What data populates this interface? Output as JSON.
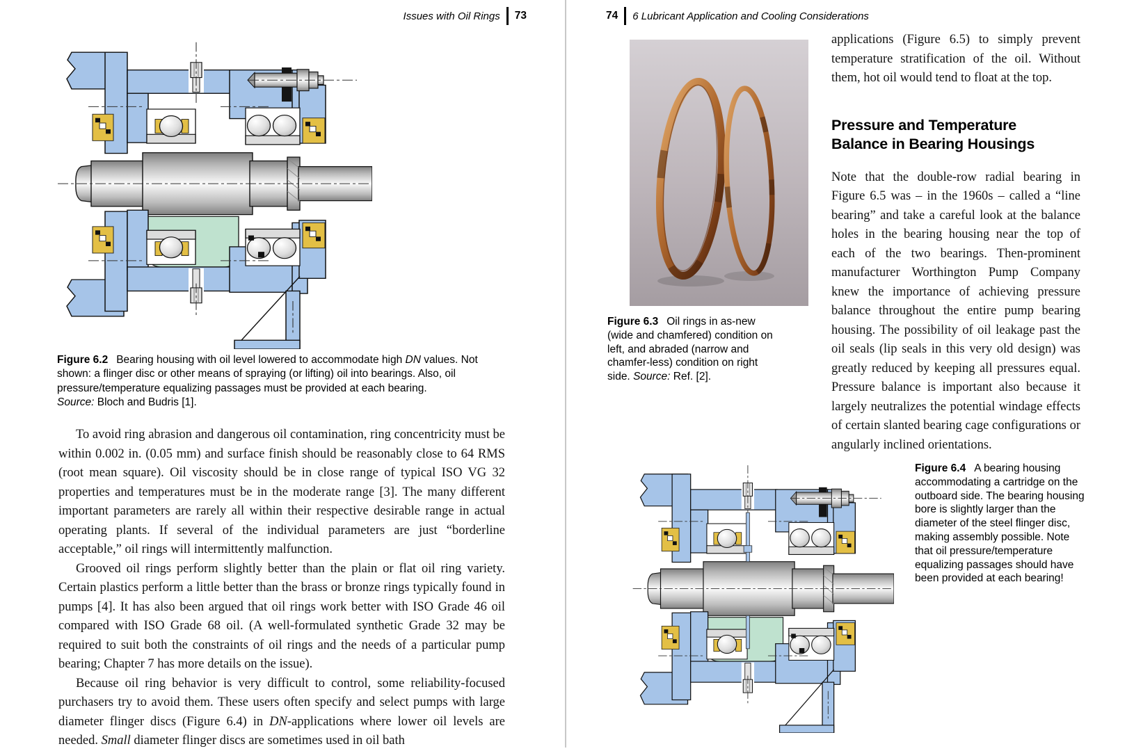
{
  "colors": {
    "housing_blue": "#a6c4e8",
    "oil_green": "#bfe2cf",
    "seal_gold": "#e3bf45",
    "copper_ring": "#9c5a28",
    "gutter_gray": "#c8c8c8"
  },
  "left_page": {
    "header": {
      "title": "Issues with Oil Rings",
      "page_number": "73"
    },
    "figure_6_2": {
      "label": "Figure 6.2",
      "caption_part1": "Bearing housing with oil level lowered to accommodate high ",
      "caption_italic1": "DN",
      "caption_part2": " values. Not shown: a flinger disc or other means of spraying (or lifting) oil into bearings. Also, oil pressure/temperature equalizing passages must be provided at each bearing.",
      "source_label": "Source:",
      "source_text": " Bloch and Budris [1]."
    },
    "paragraph_1": "To avoid ring abrasion and dangerous oil contamination, ring concentricity must be within 0.002 in. (0.05 mm) and surface finish should be reasonably close to 64 RMS (root mean square). Oil viscosity should be in close range of typical ISO VG 32 properties and temperatures must be in the moderate range [3]. The many different important parameters are rarely all within their respective desirable range in actual operating plants. If several of the individual parameters are just “borderline acceptable,” oil rings will intermittently malfunction.",
    "paragraph_2": "Grooved oil rings perform slightly better than the plain or flat oil ring variety. Certain plastics perform a little better than the brass or bronze rings typically found in pumps [4]. It has also been argued that oil rings work better with ISO Grade 46 oil compared with ISO Grade 68 oil. (A well-formulated synthetic Grade 32 may be required to suit both the constraints of oil rings and the needs of a particular pump bearing; Chapter 7 has more details on the issue).",
    "paragraph_3": {
      "part1": "Because oil ring behavior is very difficult to control, some reliability-focused purchasers try to avoid them. These users often specify and select pumps with large diameter flinger discs (Figure 6.4) in ",
      "italic1": "DN",
      "part2": "-applications where lower oil levels are needed. ",
      "italic2": "Small",
      "part3": " diameter flinger discs are sometimes used in oil bath"
    }
  },
  "right_page": {
    "header": {
      "page_number": "74",
      "chapter_title": "6  Lubricant Application and Cooling Considerations"
    },
    "intro_paragraph": "applications (Figure 6.5) to simply prevent temperature stratification of the oil. Without them, hot oil would tend to float at the top.",
    "section_heading_line1": "Pressure and Temperature",
    "section_heading_line2": "Balance in Bearing Housings",
    "body_paragraph": "Note that the double-row radial bearing in Figure 6.5 was – in the 1960s – called a “line bearing” and take a careful look at the balance holes in the bearing housing near the top of each of the two bearings. Then-prominent manufacturer Worthington Pump Company knew the importance of achieving pressure balance throughout the entire pump bearing housing. The possibility of oil leakage past the oil seals (lip seals in this very old design) was greatly reduced by keeping all pressures equal. Pressure balance is important also because it largely neutralizes the potential windage effects of certain slanted bearing cage configurations or angularly inclined orientations.",
    "figure_6_3": {
      "label": "Figure 6.3",
      "caption_text": "Oil rings in as-new (wide and chamfered) condition on left, and abraded (narrow and chamfer-less) condition on right side. ",
      "source_label": "Source:",
      "source_text": " Ref. [2]."
    },
    "figure_6_4": {
      "label": "Figure 6.4",
      "caption_text": "A bearing housing accommodating a cartridge on the outboard side. The bearing housing bore is slightly larger than the diameter of the steel flinger disc, making assembly possible. Note that oil pressure/temperature equalizing passages should have been provided at each bearing!"
    }
  }
}
